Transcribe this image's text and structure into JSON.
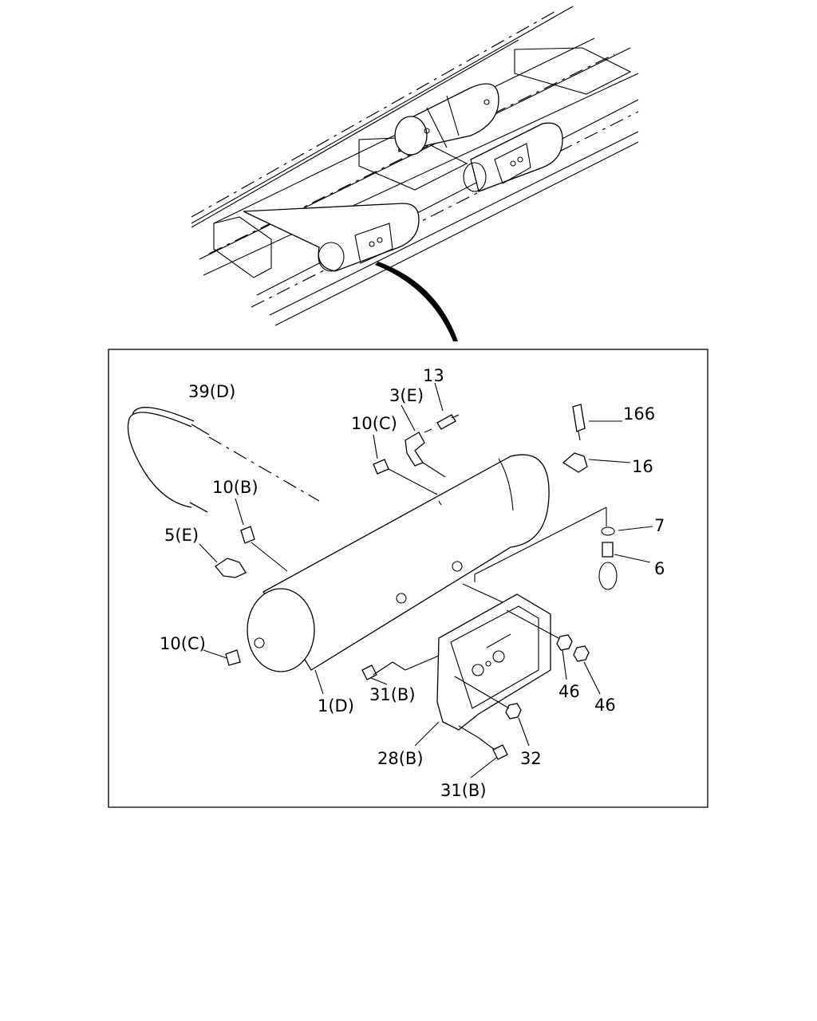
{
  "callouts": {
    "c39": "39(D)",
    "c13": "13",
    "c3": "3(E)",
    "c10c_top": "10(C)",
    "c166": "166",
    "c16": "16",
    "c10b": "10(B)",
    "c7": "7",
    "c5": "5(E)",
    "c6": "6",
    "c10c_left": "10(C)",
    "c46a": "46",
    "c46b": "46",
    "c31_top": "31(B)",
    "c1": "1(D)",
    "c28": "28(B)",
    "c32": "32",
    "c31_bottom": "31(B)"
  }
}
